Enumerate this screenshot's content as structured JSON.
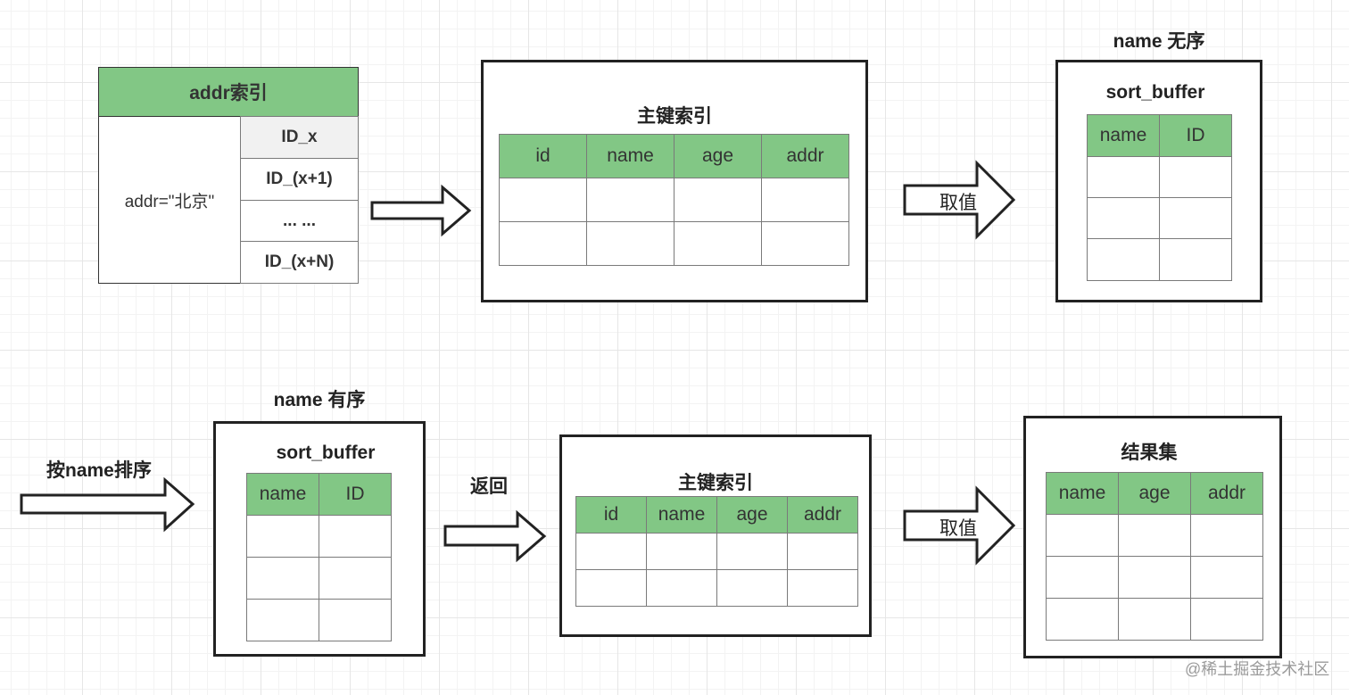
{
  "addr_index": {
    "title": "addr索引",
    "condition": "addr=\"北京\"",
    "ids": [
      "ID_x",
      "ID_(x+1)",
      "... ...",
      "ID_(x+N)"
    ]
  },
  "primary_index_1": {
    "title": "主键索引",
    "columns": [
      "id",
      "name",
      "age",
      "addr"
    ]
  },
  "arrow_fetch_1": {
    "label": "取值"
  },
  "sort_buffer_1": {
    "caption": "name 无序",
    "title": "sort_buffer",
    "columns": [
      "name",
      "ID"
    ]
  },
  "sort_step": {
    "label": "按name排序"
  },
  "sort_buffer_2": {
    "caption": "name 有序",
    "title": "sort_buffer",
    "columns": [
      "name",
      "ID"
    ]
  },
  "return_step": {
    "label": "返回"
  },
  "primary_index_2": {
    "title": "主键索引",
    "columns": [
      "id",
      "name",
      "age",
      "addr"
    ]
  },
  "arrow_fetch_2": {
    "label": "取值"
  },
  "result_set": {
    "title": "结果集",
    "columns": [
      "name",
      "age",
      "addr"
    ]
  },
  "watermark": "@稀土掘金技术社区",
  "colors": {
    "header_green": "#82c785",
    "line": "#222222",
    "cell_border": "#7a7a7a"
  },
  "icons": [
    "arrow-right-icon"
  ]
}
